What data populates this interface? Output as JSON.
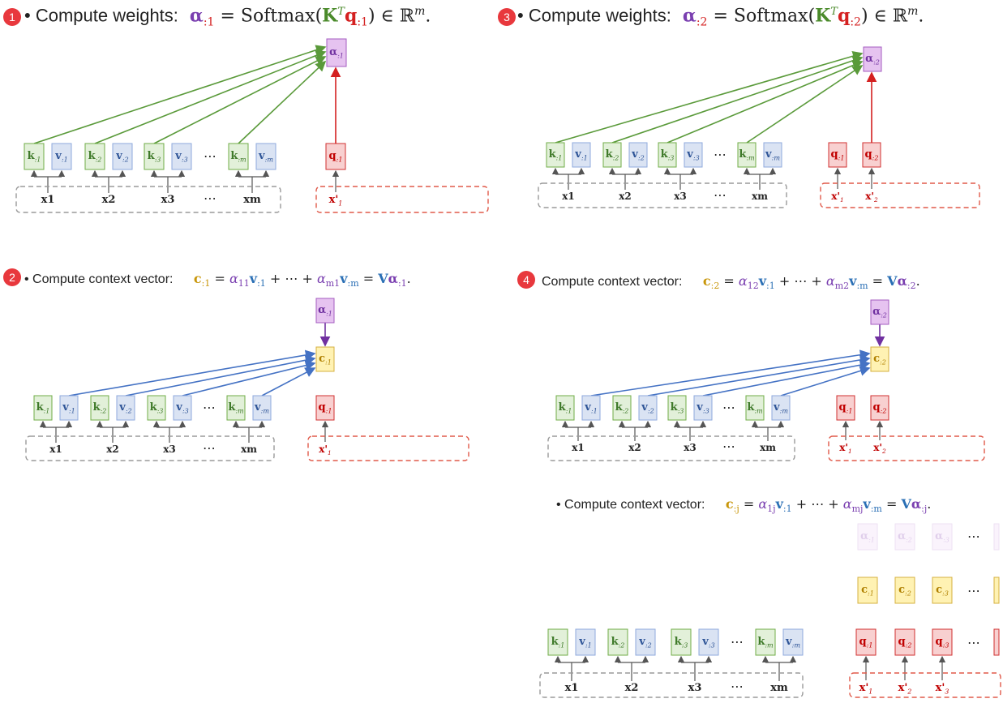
{
  "badges": [
    "1",
    "2",
    "3",
    "4"
  ],
  "formulas": {
    "p1": {
      "lead": "• Compute weights:",
      "lhs": "α",
      "lhs_sub": ":1",
      "eq": " = Softmax(",
      "K": "K",
      "T": "T",
      "q": "q",
      "q_sub": ":1",
      "rest": ") ∈ ℝ",
      "m": "m",
      "end": "."
    },
    "p2": {
      "lead": "• Compute context vector:",
      "c": "c",
      "c_sub": ":1",
      "eq": " = ",
      "a1": "α",
      "a1_sub": "11",
      "v1": "v",
      "v1_sub": ":1",
      "mid": " + ⋯ + ",
      "a2": "α",
      "a2_sub": "m1",
      "v2": "v",
      "v2_sub": ":m",
      "eq2": " = ",
      "V": "V",
      "A": "α",
      "A_sub": ":1",
      "end": "."
    },
    "p3": {
      "lead": "• Compute weights:",
      "lhs": "α",
      "lhs_sub": ":2",
      "eq": " = Softmax(",
      "K": "K",
      "T": "T",
      "q": "q",
      "q_sub": ":2",
      "rest": ") ∈ ℝ",
      "m": "m",
      "end": "."
    },
    "p4": {
      "lead": "Compute context vector:",
      "c": "c",
      "c_sub": ":2",
      "eq": " = ",
      "a1": "α",
      "a1_sub": "12",
      "v1": "v",
      "v1_sub": ":1",
      "mid": " + ⋯ + ",
      "a2": "α",
      "a2_sub": "m2",
      "v2": "v",
      "v2_sub": ":m",
      "eq2": " = ",
      "V": "V",
      "A": "α",
      "A_sub": ":2",
      "end": "."
    },
    "p5": {
      "lead": "• Compute context vector:",
      "c": "c",
      "c_sub": ":j",
      "eq": " = ",
      "a1": "α",
      "a1_sub": "1j",
      "v1": "v",
      "v1_sub": ":1",
      "mid": " + ⋯ + ",
      "a2": "α",
      "a2_sub": "mj",
      "v2": "v",
      "v2_sub": ":m",
      "eq2": " = ",
      "V": "V",
      "A": "α",
      "A_sub": ":j",
      "end": "."
    }
  },
  "labels": {
    "k": [
      "k:1",
      "k:2",
      "k:3",
      "k:m"
    ],
    "v": [
      "v:1",
      "v:2",
      "v:3",
      "v:m"
    ],
    "x": [
      "x1",
      "x2",
      "x3",
      "xm"
    ],
    "q": [
      "q:1",
      "q:2",
      "q:3"
    ],
    "xp": [
      "x'1",
      "x'2",
      "x'3"
    ],
    "c": [
      "c:1",
      "c:2",
      "c:3"
    ],
    "alpha": [
      "α:1",
      "α:2",
      "α:3"
    ],
    "dots": "⋯"
  },
  "colors": {
    "green_fill": "#e2f0d9",
    "green_stroke": "#70ad47",
    "green_text": "#3f7a2a",
    "blue_fill": "#dae3f3",
    "blue_stroke": "#8faadc",
    "blue_text": "#2f5597",
    "red_fill": "#f8d0d0",
    "red_stroke": "#d03030",
    "red_text": "#c00000",
    "purple_fill": "#e6c3f0",
    "purple_stroke": "#a45cc0",
    "purple_text": "#7030a0",
    "gold_fill": "#fff2b3",
    "gold_stroke": "#d6b040",
    "gold_text": "#b08000",
    "arrow_green": "#5a9a3a",
    "arrow_red": "#d42020",
    "arrow_blue": "#4472c4",
    "arrow_purple": "#7030a0",
    "arrow_gray": "#555555",
    "dash_gray": "#9a9a9a",
    "dash_red": "#e05a4a"
  }
}
